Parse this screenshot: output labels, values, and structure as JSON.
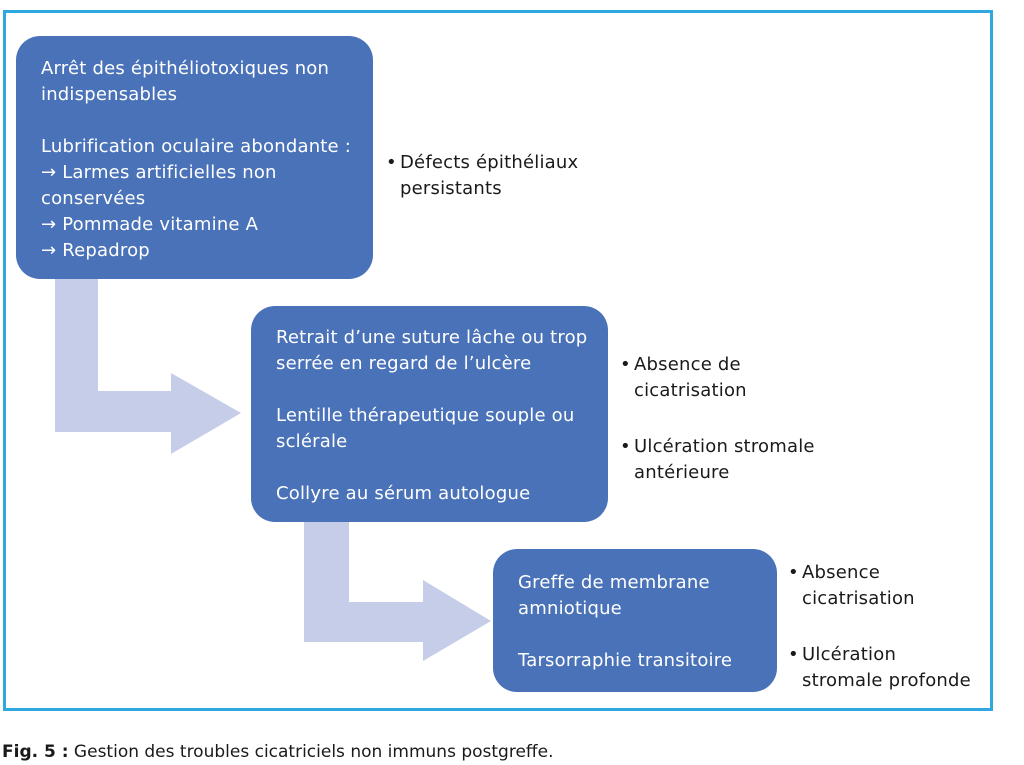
{
  "colors": {
    "frame": "#2fa8df",
    "box": "#4a72b8",
    "arrow": "#c5cde8",
    "box_text": "#ffffff"
  },
  "steps": [
    {
      "paragraphs": [
        "Arrêt des épithéliotoxiques non\nindispensables",
        "Lubrification oculaire abondante :\n→ Larmes artificielles non\nconservées\n→ Pommade vitamine A\n→ Repadrop"
      ],
      "notes": [
        "Défects épithéliaux\npersistants"
      ]
    },
    {
      "paragraphs": [
        "Retrait d’une suture lâche ou trop\nserrée en regard de l’ulcère",
        "Lentille thérapeutique souple ou\nsclérale",
        "Collyre au sérum autologue"
      ],
      "notes": [
        "Absence de\ncicatrisation",
        "Ulcération stromale\nantérieure"
      ]
    },
    {
      "paragraphs": [
        "Greffe de membrane\namniotique",
        "Tarsorraphie transitoire"
      ],
      "notes": [
        "Absence\ncicatrisation",
        "Ulcération\nstromale profonde"
      ]
    }
  ],
  "bullet": "•",
  "caption": {
    "label": "Fig. 5 :",
    "text": " Gestion des troubles cicatriciels non immuns postgreffe."
  }
}
